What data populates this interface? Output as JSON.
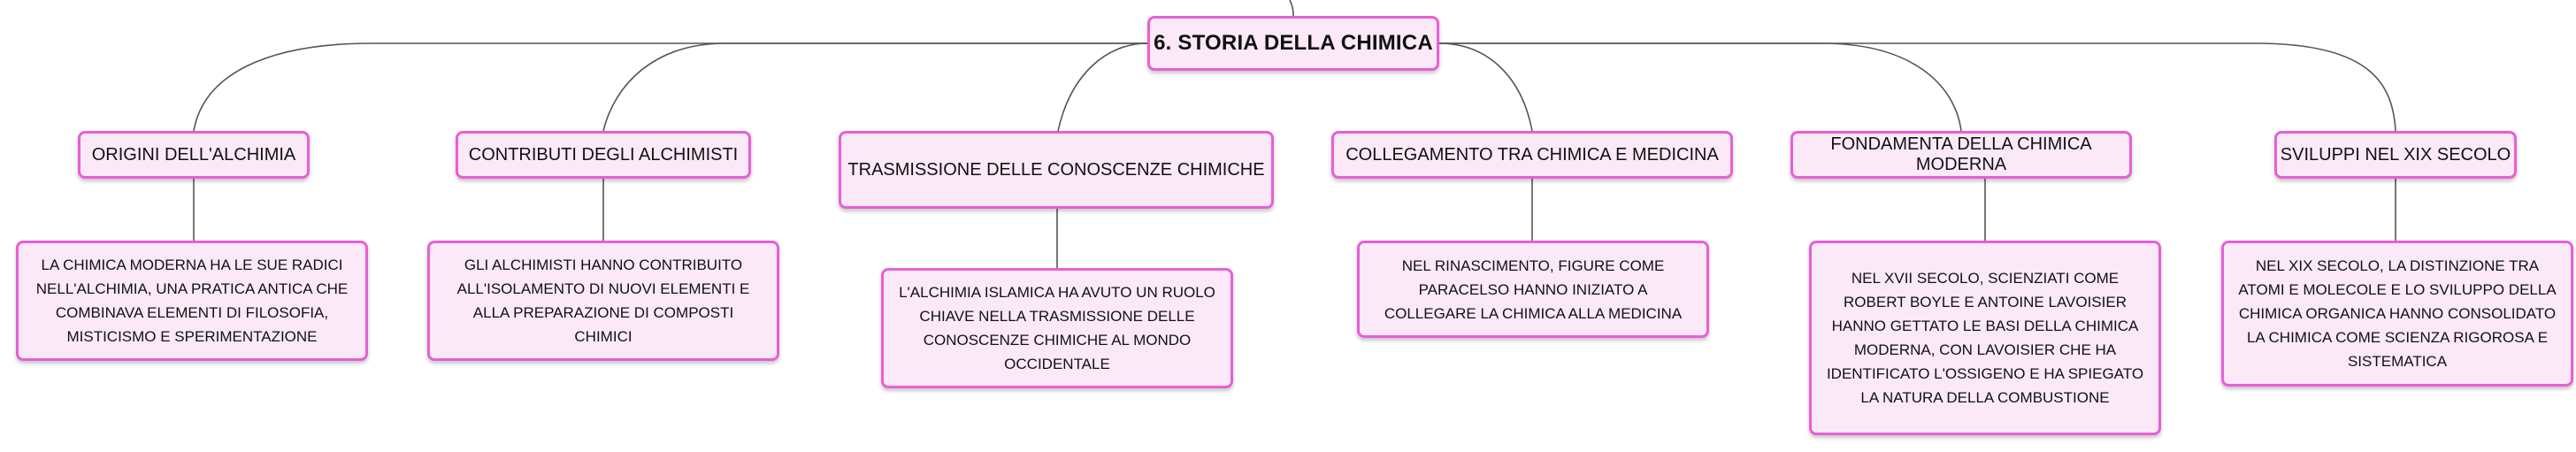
{
  "root": {
    "label": "6. STORIA DELLA CHIMICA"
  },
  "topics": [
    {
      "label": "ORIGINI DELL'ALCHIMIA",
      "note": "LA CHIMICA MODERNA HA LE SUE RADICI NELL'ALCHIMIA, UNA PRATICA ANTICA CHE COMBINAVA ELEMENTI DI FILOSOFIA, MISTICISMO E SPERIMENTAZIONE"
    },
    {
      "label": "CONTRIBUTI DEGLI ALCHIMISTI",
      "note": "GLI ALCHIMISTI HANNO CONTRIBUITO ALL'ISOLAMENTO DI NUOVI ELEMENTI E ALLA PREPARAZIONE DI COMPOSTI CHIMICI"
    },
    {
      "label": "TRASMISSIONE DELLE CONOSCENZE CHIMICHE",
      "note": "L'ALCHIMIA ISLAMICA HA AVUTO UN RUOLO CHIAVE NELLA TRASMISSIONE DELLE CONOSCENZE CHIMICHE AL MONDO OCCIDENTALE"
    },
    {
      "label": "COLLEGAMENTO TRA CHIMICA E MEDICINA",
      "note": "NEL RINASCIMENTO, FIGURE COME PARACELSO HANNO INIZIATO A COLLEGARE LA CHIMICA ALLA MEDICINA"
    },
    {
      "label": "FONDAMENTA DELLA CHIMICA MODERNA",
      "note": "NEL XVII SECOLO, SCIENZIATI COME ROBERT BOYLE E ANTOINE LAVOISIER HANNO GETTATO LE BASI DELLA CHIMICA MODERNA, CON LAVOISIER CHE HA IDENTIFICATO L'OSSIGENO E HA SPIEGATO LA NATURA DELLA COMBUSTIONE"
    },
    {
      "label": "SVILUPPI NEL XIX SECOLO",
      "note": "NEL XIX SECOLO, LA DISTINZIONE TRA ATOMI E MOLECOLE E LO SVILUPPO DELLA CHIMICA ORGANICA HANNO CONSOLIDATO LA CHIMICA COME SCIENZA RIGOROSA E SISTEMATICA"
    }
  ],
  "colors": {
    "node_fill": "#fbe9f8",
    "node_border": "#e85fd6",
    "connector": "#555555"
  }
}
